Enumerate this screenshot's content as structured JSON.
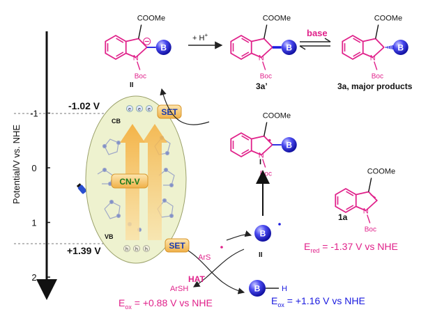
{
  "axis": {
    "label": "Potential/V vs. NHE",
    "ticks": [
      {
        "value": -1,
        "label": "-1"
      },
      {
        "value": 0,
        "label": "0"
      },
      {
        "value": 1,
        "label": "1"
      },
      {
        "value": 2,
        "label": "2"
      }
    ]
  },
  "levels": {
    "cb": {
      "value": "-1.02 V",
      "band": "CB",
      "electrons": [
        "e",
        "e",
        "e"
      ]
    },
    "vb": {
      "value": "+1.39 V",
      "band": "VB",
      "holes": [
        "h",
        "h",
        "h"
      ]
    }
  },
  "catalyst": {
    "name": "CN-V"
  },
  "set_label": "SET",
  "hat_label": "HAT",
  "arylthiol": {
    "radical": "ArS",
    "thiol": "ArSH"
  },
  "compounds": {
    "anion": {
      "label": "II",
      "ester": "COOMe",
      "protecting": "Boc",
      "n": "N",
      "boron": "B"
    },
    "cis": {
      "label": "3a’",
      "ester": "COOMe",
      "protecting": "Boc",
      "n": "N",
      "boron": "B"
    },
    "trans": {
      "label": "3a, major products",
      "ester": "COOMe",
      "protecting": "Boc",
      "n": "N",
      "boron": "B"
    },
    "radical_adduct": {
      "label": "I",
      "ester": "COOMe",
      "protecting": "Boc",
      "n": "N",
      "boron": "B"
    },
    "indole": {
      "label": "1a",
      "ester": "COOMe",
      "protecting": "Boc",
      "n": "N"
    },
    "boryl_radical": {
      "label": "II",
      "boron": "B"
    },
    "borane": {
      "boron": "B",
      "h": "H"
    }
  },
  "arrows": {
    "protonation": "+ H",
    "base": "base"
  },
  "potentials": {
    "e_red": {
      "sym": "E",
      "sub": "red",
      "text": " = -1.37 V vs NHE"
    },
    "e_ox_thiol": {
      "sym": "E",
      "sub": "ox",
      "text": " = +0.88 V vs NHE"
    },
    "e_ox_borane": {
      "sym": "E",
      "sub": "ox",
      "text": " = +1.16 V vs NHE"
    }
  },
  "colors": {
    "magenta": "#e0218a",
    "blue": "#1a1adf",
    "dark": "#222222",
    "orange": "#f5b84a",
    "ellipse": "#eef2cf"
  }
}
